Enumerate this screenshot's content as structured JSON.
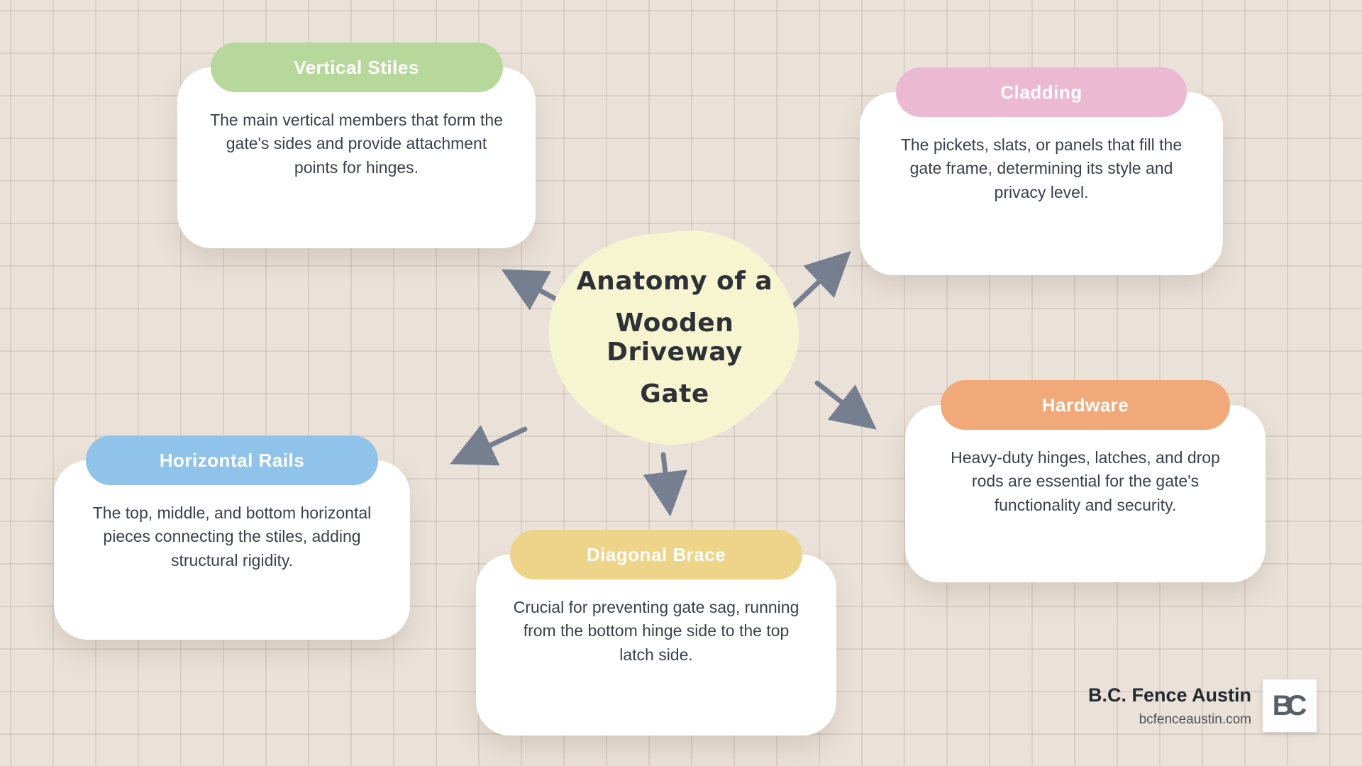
{
  "center": {
    "title_lines": [
      "Anatomy of a",
      "Wooden Driveway",
      "Gate"
    ],
    "blob_color": "#f7f5d0"
  },
  "cards": [
    {
      "label": "Vertical Stiles",
      "color": "#b7d89b",
      "text": "The main vertical members that form the gate's sides and provide attachment points for hinges."
    },
    {
      "label": "Cladding",
      "color": "#ecb9d3",
      "text": "The pickets, slats, or panels that fill the gate frame, determining its style and privacy level."
    },
    {
      "label": "Horizontal Rails",
      "color": "#8fc3e9",
      "text": "The top, middle, and bottom horizontal pieces connecting the stiles, adding structural rigidity."
    },
    {
      "label": "Diagonal Brace",
      "color": "#eed489",
      "text": "Crucial for preventing gate sag, running from the bottom hinge side to the top latch side."
    },
    {
      "label": "Hardware",
      "color": "#f1a979",
      "text": "Heavy-duty hinges, latches, and drop rods are essential for the gate's functionality and security."
    }
  ],
  "footer": {
    "brand": "B.C. Fence Austin",
    "website": "bcfenceaustin.com",
    "logo_text": "BC"
  },
  "colors": {
    "background": "#eae2d9",
    "grid_line": "#d6cbc0",
    "arrow": "#767f8f",
    "card_text": "#3b4049",
    "title_text": "#2e3137"
  }
}
